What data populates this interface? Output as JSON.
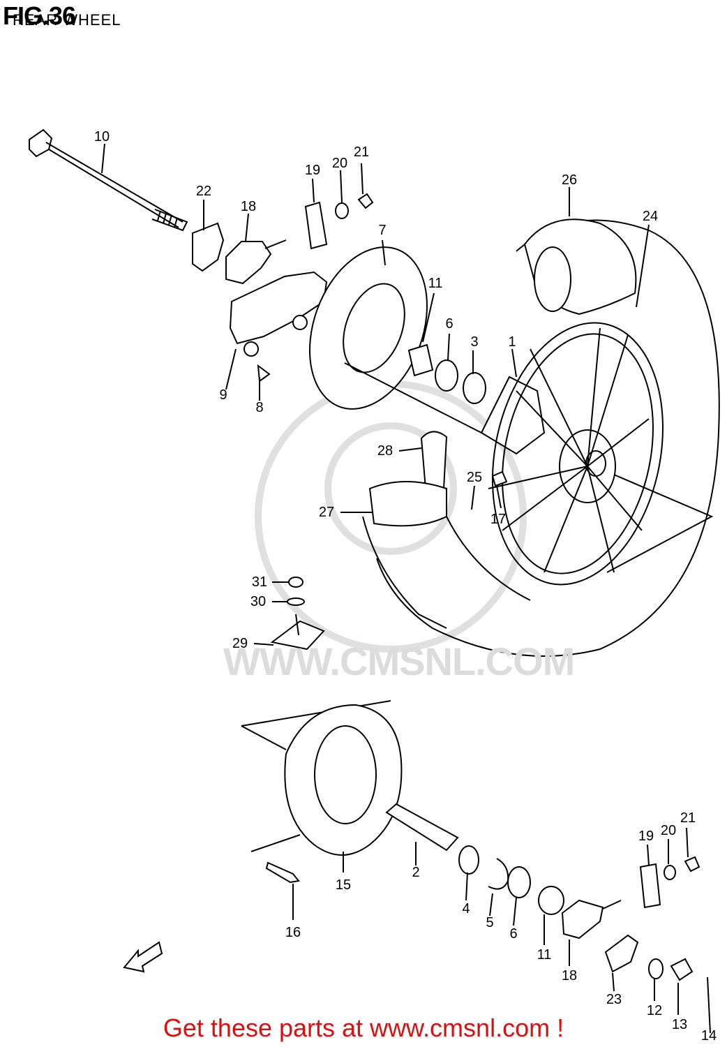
{
  "header": {
    "figure": "FIG.36",
    "subtitle": "REAR WHEEL"
  },
  "watermark": "WWW.CMSNL.COM",
  "footer": "Get these parts at www.cmsnl.com !",
  "colors": {
    "line": "#000000",
    "watermark": "#dcdcdc",
    "footer": "#d81010"
  },
  "callouts": [
    "10",
    "22",
    "18",
    "19",
    "20",
    "21",
    "7",
    "26",
    "24",
    "11",
    "6",
    "3",
    "1",
    "9",
    "8",
    "28",
    "25",
    "17",
    "27",
    "31",
    "30",
    "29",
    "15",
    "2",
    "4",
    "5",
    "6",
    "11",
    "16",
    "18",
    "19",
    "20",
    "21",
    "23",
    "12",
    "13",
    "14"
  ]
}
